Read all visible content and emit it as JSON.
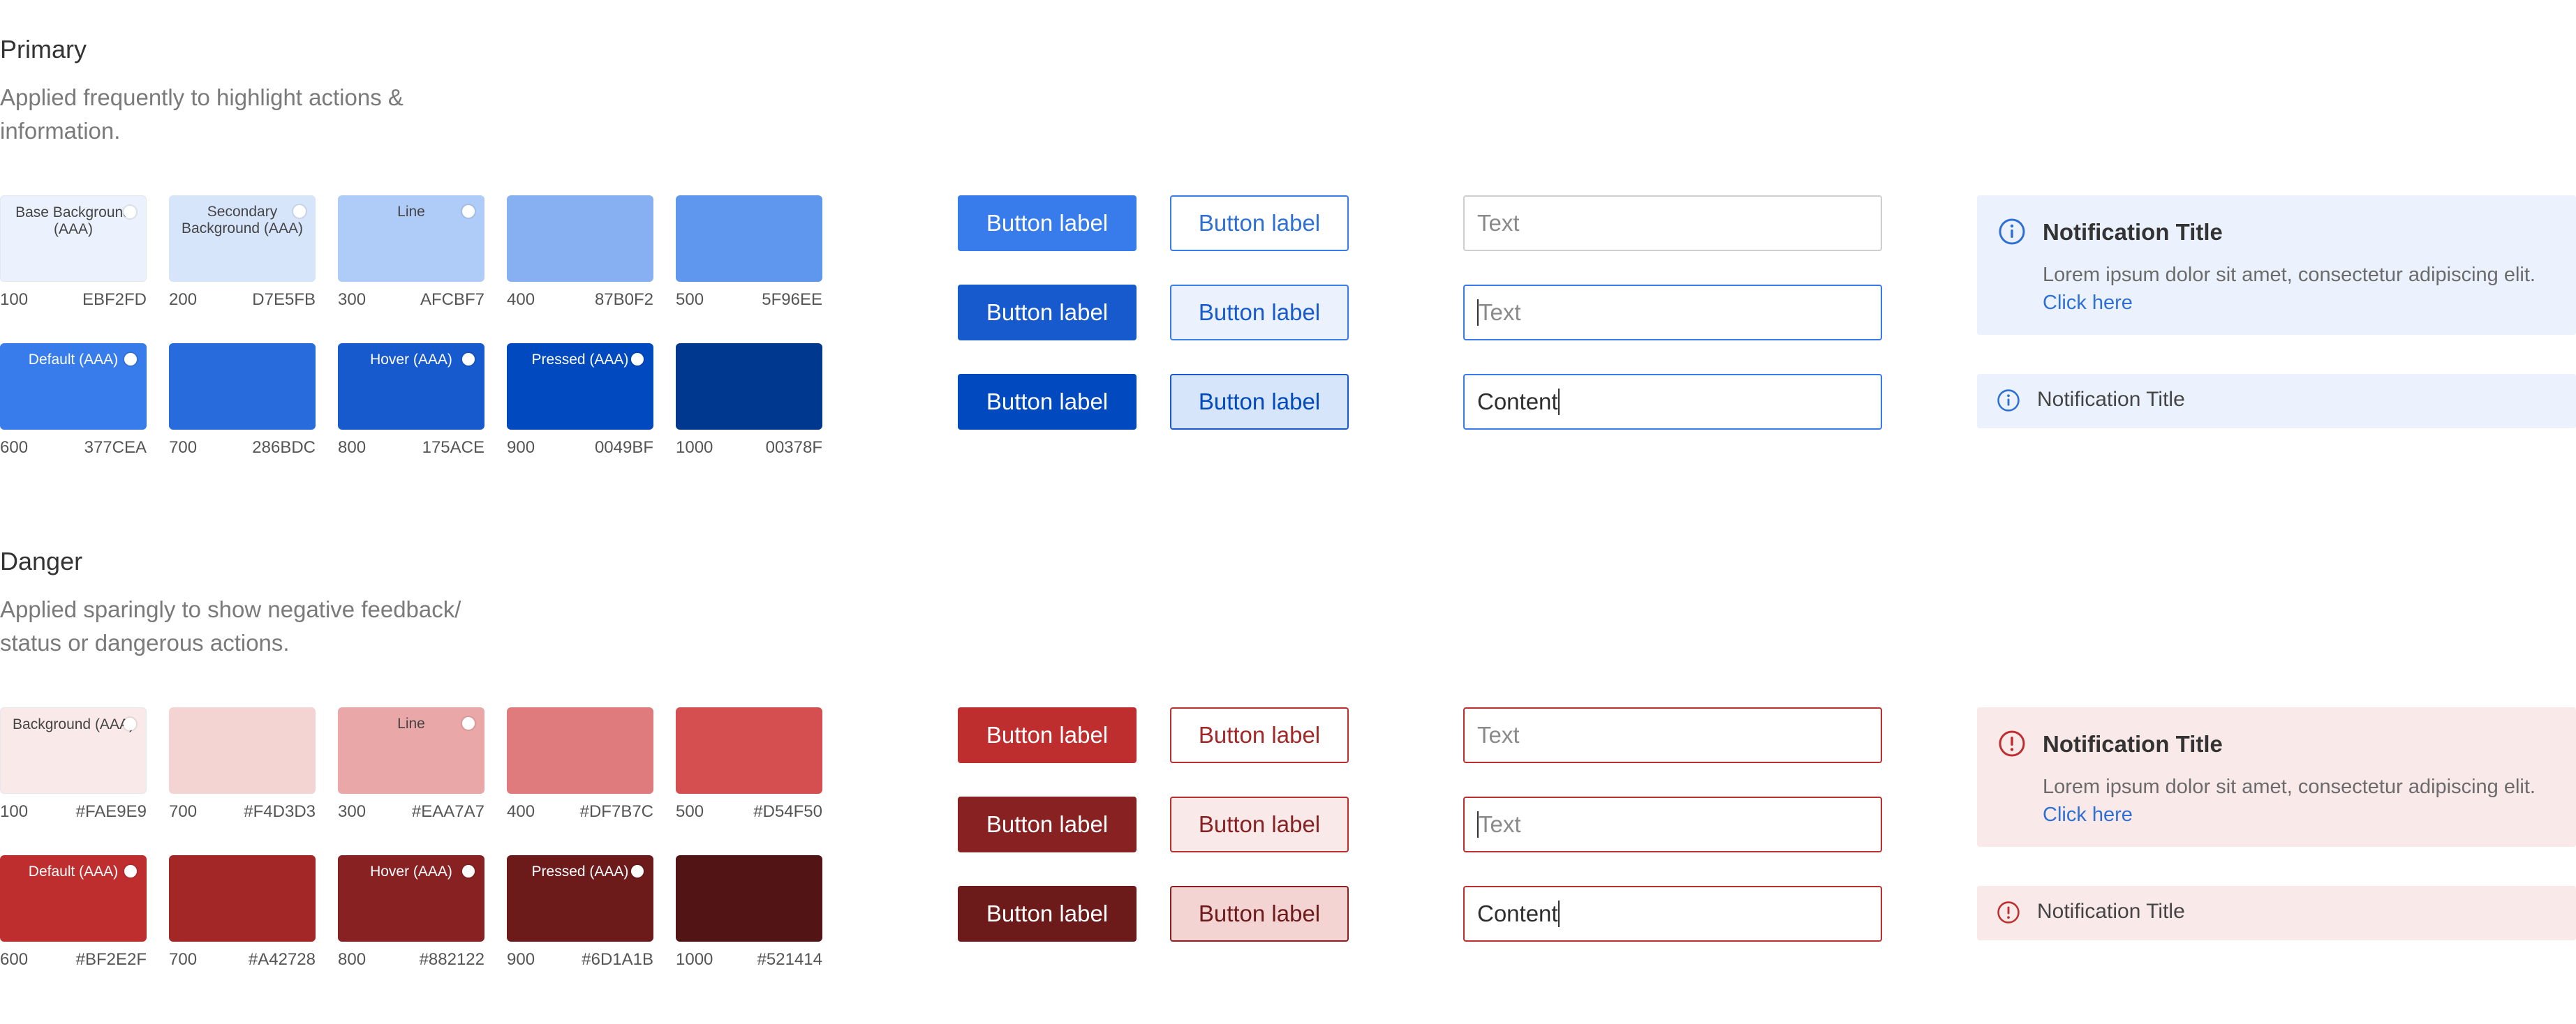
{
  "primary": {
    "title": "Primary",
    "description": "Applied frequently to highlight actions & information.",
    "swatches": [
      {
        "label": "Base Background (AAA)",
        "num": "100",
        "hex": "EBF2FD",
        "color": "#EBF2FD",
        "text_color": "#444444"
      },
      {
        "label": "Secondary Background (AAA)",
        "num": "200",
        "hex": "D7E5FB",
        "color": "#D7E5FB",
        "text_color": "#444444"
      },
      {
        "label": "Line",
        "num": "300",
        "hex": "AFCBF7",
        "color": "#AFCBF7",
        "text_color": "#444444"
      },
      {
        "label": "",
        "num": "400",
        "hex": "87B0F2",
        "color": "#87B0F2",
        "text_color": "#444444"
      },
      {
        "label": "",
        "num": "500",
        "hex": "5F96EE",
        "color": "#5F96EE",
        "text_color": "#ffffff"
      },
      {
        "label": "Default (AAA)",
        "num": "600",
        "hex": "377CEA",
        "color": "#377CEA",
        "text_color": "#ffffff"
      },
      {
        "label": "",
        "num": "700",
        "hex": "286BDC",
        "color": "#286BDC",
        "text_color": "#ffffff"
      },
      {
        "label": "Hover (AAA)",
        "num": "800",
        "hex": "175ACE",
        "color": "#175ACE",
        "text_color": "#ffffff"
      },
      {
        "label": "Pressed (AAA)",
        "num": "900",
        "hex": "0049BF",
        "color": "#0049BF",
        "text_color": "#ffffff"
      },
      {
        "label": "",
        "num": "1000",
        "hex": "00378F",
        "color": "#00378F",
        "text_color": "#ffffff"
      }
    ],
    "button_label": "Button label",
    "inputs": {
      "placeholder_1": "Text",
      "placeholder_2": "Text",
      "content": "Content"
    },
    "notification": {
      "title": "Notification Title",
      "body": "Lorem ipsum dolor sit amet, consectetur adipiscing elit. ",
      "link": "Click here"
    },
    "notification_compact": {
      "title": "Notification Title"
    },
    "colors": {
      "accent": "#2E6FD6",
      "notif_bg": "#EBF2FD"
    }
  },
  "danger": {
    "title": "Danger",
    "description": "Applied sparingly to show negative feedback/ status or dangerous actions.",
    "swatches": [
      {
        "label": "Background (AAA)",
        "num": "100",
        "hex": "#FAE9E9",
        "color": "#FAE9E9",
        "text_color": "#444444"
      },
      {
        "label": "",
        "num": "700",
        "hex": "#F4D3D3",
        "color": "#F4D3D3",
        "text_color": "#444444"
      },
      {
        "label": "Line",
        "num": "300",
        "hex": "#EAA7A7",
        "color": "#EAA7A7",
        "text_color": "#444444"
      },
      {
        "label": "",
        "num": "400",
        "hex": "#DF7B7C",
        "color": "#DF7B7C",
        "text_color": "#444444"
      },
      {
        "label": "",
        "num": "500",
        "hex": "#D54F50",
        "color": "#D54F50",
        "text_color": "#ffffff"
      },
      {
        "label": "Default (AAA)",
        "num": "600",
        "hex": "#BF2E2F",
        "color": "#BF2E2F",
        "text_color": "#ffffff"
      },
      {
        "label": "",
        "num": "700",
        "hex": "#A42728",
        "color": "#A42728",
        "text_color": "#ffffff"
      },
      {
        "label": "Hover (AAA)",
        "num": "800",
        "hex": "#882122",
        "color": "#882122",
        "text_color": "#ffffff"
      },
      {
        "label": "Pressed (AAA)",
        "num": "900",
        "hex": "#6D1A1B",
        "color": "#6D1A1B",
        "text_color": "#ffffff"
      },
      {
        "label": "",
        "num": "1000",
        "hex": "#521414",
        "color": "#521414",
        "text_color": "#ffffff"
      }
    ],
    "button_label": "Button label",
    "inputs": {
      "placeholder_1": "Text",
      "placeholder_2": "Text",
      "content": "Content"
    },
    "notification": {
      "title": "Notification Title",
      "body": "Lorem ipsum dolor sit amet, consectetur adipiscing elit. ",
      "link": "Click here"
    },
    "notification_compact": {
      "title": "Notification Title"
    },
    "colors": {
      "accent": "#BF2E2F",
      "notif_bg": "#FAE9E9"
    }
  }
}
